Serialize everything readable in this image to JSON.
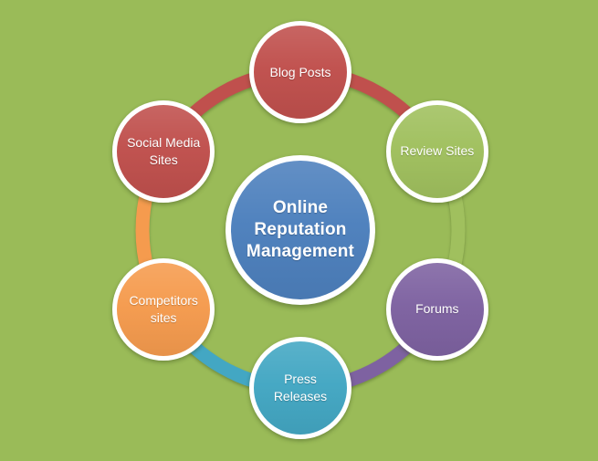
{
  "diagram": {
    "background_color": "#9abb58",
    "text_color": "#ffffff",
    "center": {
      "id": "online-reputation-management",
      "label": "Online\nReputation\nManagement",
      "color": "#4d80bd"
    },
    "nodes": [
      {
        "id": "blog-posts",
        "label": "Blog Posts",
        "color": "#c0504d"
      },
      {
        "id": "review-sites",
        "label": "Review Sites",
        "color": "#a0c05e"
      },
      {
        "id": "forums",
        "label": "Forums",
        "color": "#7e62a1"
      },
      {
        "id": "press-releases",
        "label": "Press\nReleases",
        "color": "#43a7c3"
      },
      {
        "id": "competitors-sites",
        "label": "Competitors\nsites",
        "color": "#f59b4e"
      },
      {
        "id": "social-media-sites",
        "label": "Social Media\nSites",
        "color": "#c0504d"
      }
    ]
  }
}
